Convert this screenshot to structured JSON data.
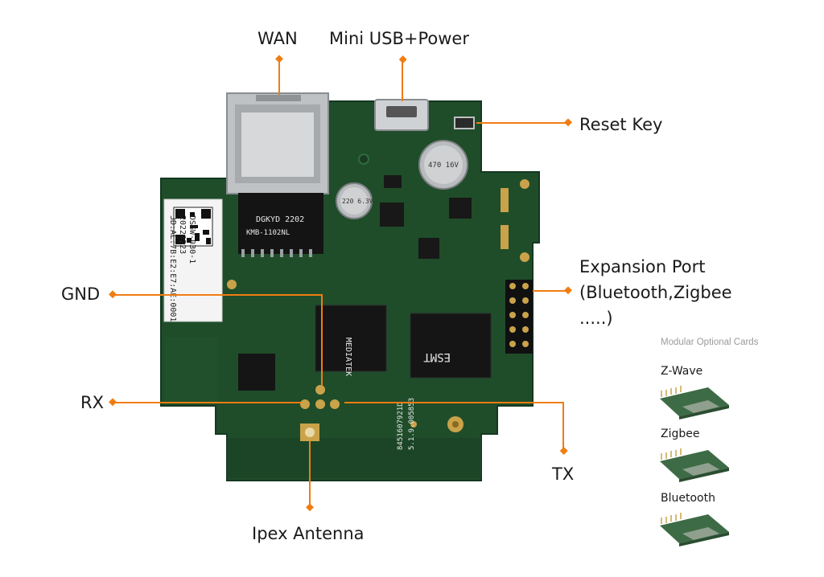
{
  "labels": {
    "wan": "WAN",
    "usb": "Mini USB+Power",
    "reset": "Reset Key",
    "expansion_line1": "Expansion Port",
    "expansion_line2": "(Bluetooth,Zigbee",
    "expansion_line3": ".....)",
    "gnd": "GND",
    "rx": "RX",
    "tx": "TX",
    "ipex": "Ipex Antenna"
  },
  "cards": {
    "title": "Modular Optional Cards",
    "items": [
      {
        "name": "Z-Wave"
      },
      {
        "name": "Zigbee"
      },
      {
        "name": "Bluetooth"
      }
    ]
  },
  "board_markings": {
    "sticker_model": "DSGW-030-1",
    "sticker_date": "20220223",
    "sticker_mac": "3D:AE:7B:E2:E7:AE:0001",
    "eth_chip": "DGKYD 2202",
    "eth_chip2": "KMB-1102NL",
    "soc": "MEDIATEK",
    "flash": "ESMT",
    "cap1": "470 16V",
    "cap2": "220 6.3V",
    "serial1": "8451607921D",
    "serial2": "5.1.9.005853"
  },
  "colors": {
    "accent": "#f07d12",
    "pcb": "#1f4d2a",
    "pcb_dark": "#163d20",
    "gold": "#c9a24a",
    "text": "#1a1a1a"
  }
}
